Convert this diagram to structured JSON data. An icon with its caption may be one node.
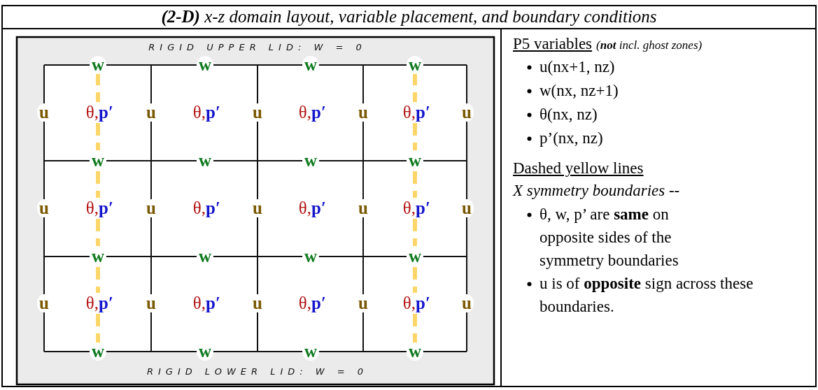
{
  "diagram": {
    "title": "**(2-D)** x-z domain layout, variable placement, and boundary conditions",
    "labels": [
      "RIGID UPPER LID: W = 0",
      "w",
      "w",
      "w",
      "w",
      "u",
      "θ,",
      "p′",
      "u",
      "θ,",
      "p′",
      "u",
      "θ,",
      "p′",
      "u",
      "θ,",
      "p′",
      "u",
      "w",
      "w",
      "w",
      "w",
      "u",
      "θ,",
      "p′",
      "u",
      "θ,",
      "p′",
      "u",
      "θ,",
      "p′",
      "u",
      "θ,",
      "p′",
      "u",
      "w",
      "w",
      "w",
      "w",
      "u",
      "θ,",
      "p′",
      "u",
      "θ,",
      "p′",
      "u",
      "θ,",
      "p′",
      "u",
      "θ,",
      "p′",
      "u",
      "w",
      "w",
      "w",
      "w",
      "RIGID LOWER LID: W = 0",
      "P5 variables",
      "(**not** incl. ghost zones)",
      "u(nx+1, nz)",
      "w(nx, nz+1)",
      "θ(nx, nz)",
      "p’(nx, nz)",
      "Dashed yellow lines",
      "X symmetry boundaries --",
      "θ, w, p’ are **same** on opposite sides of the symmetry boundaries",
      "u is of **opposite** sign across these boundaries."
    ]
  }
}
